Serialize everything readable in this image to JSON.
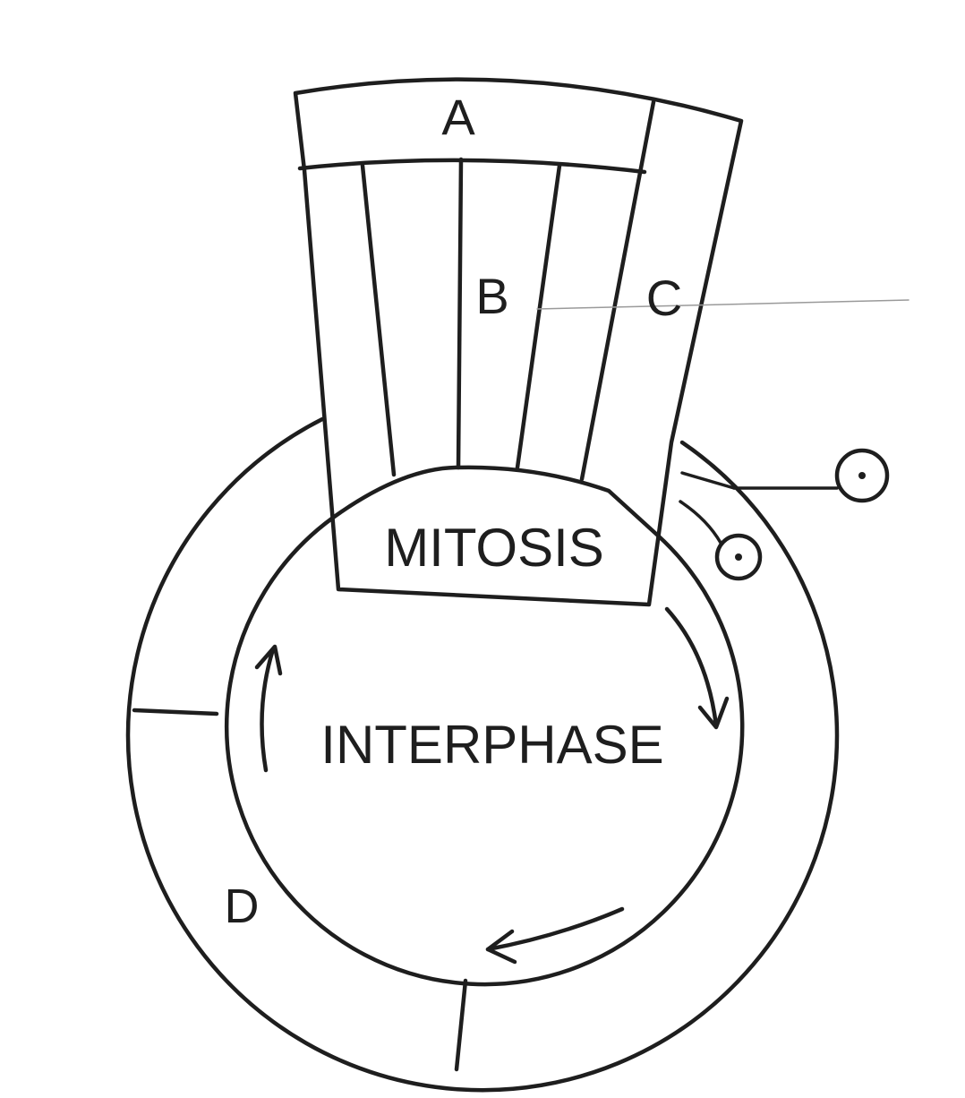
{
  "labels": {
    "a": "A",
    "b": "B",
    "c": "C",
    "d": "D",
    "mitosis": "MITOSIS",
    "interphase": "INTERPHASE"
  },
  "colors": {
    "ink": "#1e1e1e",
    "background": "#ffffff"
  },
  "icons": {
    "flow_arrow": "curved-arrow-icon",
    "cell_symbol": "circled-dot-icon"
  }
}
